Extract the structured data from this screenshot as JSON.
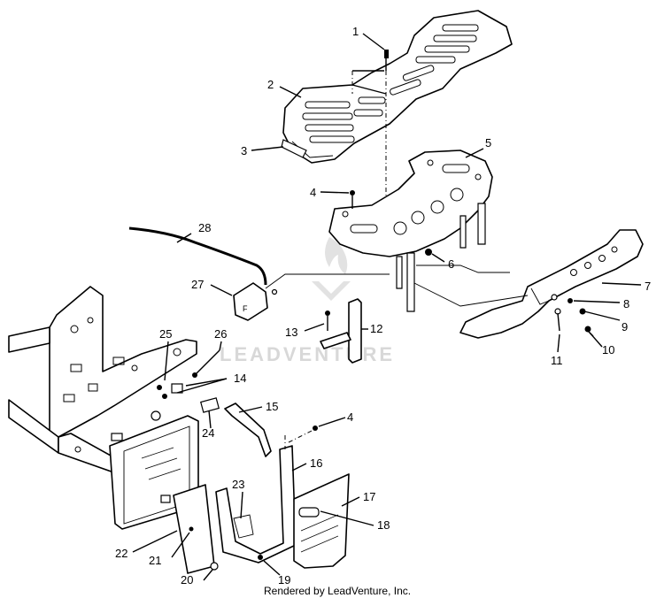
{
  "diagram": {
    "part_labels": [
      {
        "id": "1",
        "text": "1"
      },
      {
        "id": "2",
        "text": "2"
      },
      {
        "id": "3",
        "text": "3"
      },
      {
        "id": "4a",
        "text": "4"
      },
      {
        "id": "5",
        "text": "5"
      },
      {
        "id": "6",
        "text": "6"
      },
      {
        "id": "7",
        "text": "7"
      },
      {
        "id": "8",
        "text": "8"
      },
      {
        "id": "9",
        "text": "9"
      },
      {
        "id": "10",
        "text": "10"
      },
      {
        "id": "11",
        "text": "11"
      },
      {
        "id": "12",
        "text": "12"
      },
      {
        "id": "13",
        "text": "13"
      },
      {
        "id": "14",
        "text": "14"
      },
      {
        "id": "15",
        "text": "15"
      },
      {
        "id": "4b",
        "text": "4"
      },
      {
        "id": "16",
        "text": "16"
      },
      {
        "id": "17",
        "text": "17"
      },
      {
        "id": "18",
        "text": "18"
      },
      {
        "id": "19",
        "text": "19"
      },
      {
        "id": "20",
        "text": "20"
      },
      {
        "id": "21",
        "text": "21"
      },
      {
        "id": "22",
        "text": "22"
      },
      {
        "id": "23",
        "text": "23"
      },
      {
        "id": "24",
        "text": "24"
      },
      {
        "id": "25",
        "text": "25"
      },
      {
        "id": "26",
        "text": "26"
      },
      {
        "id": "27",
        "text": "27"
      },
      {
        "id": "28",
        "text": "28"
      }
    ],
    "watermark": "LEADVENTURE",
    "credit": "Rendered by LeadVenture, Inc."
  }
}
